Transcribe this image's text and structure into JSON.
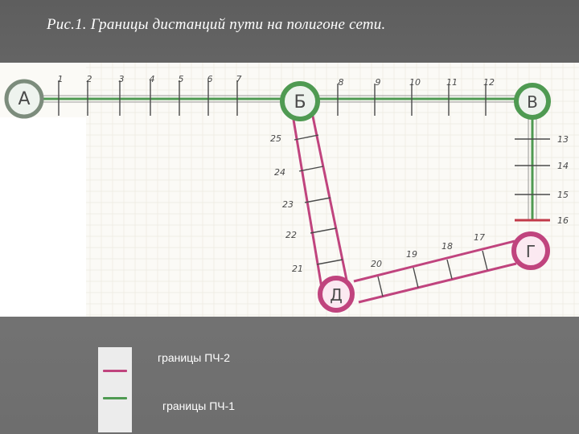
{
  "title": "Рис.1. Границы дистанций пути на полигоне сети.",
  "colors": {
    "pch1": "#4f9a52",
    "pch2": "#c0447e",
    "paper": "#fbfaf6",
    "grid": "#d9d6cf",
    "ink": "#4a4a4a"
  },
  "diagram": {
    "stations": {
      "A": "А",
      "B": "Б",
      "V": "В",
      "G": "Г",
      "D": "Д"
    },
    "markers_ab": [
      "1",
      "2",
      "3",
      "4",
      "5",
      "6",
      "7"
    ],
    "markers_bv": [
      "8",
      "9",
      "10",
      "11",
      "12"
    ],
    "markers_vg": [
      "13",
      "14",
      "15",
      "16"
    ],
    "markers_gd": [
      "17",
      "18",
      "19",
      "20"
    ],
    "markers_db": [
      "21",
      "22",
      "23",
      "24",
      "25"
    ]
  },
  "legend": {
    "pch2_label": "границы ПЧ-2",
    "pch1_label": "границы ПЧ-1"
  }
}
